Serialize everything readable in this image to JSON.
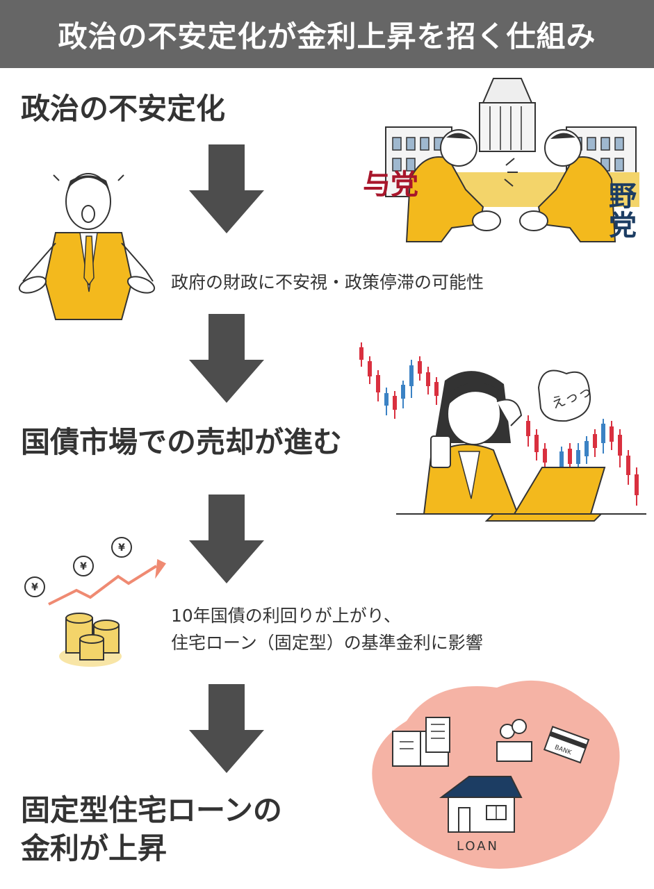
{
  "title": "政治の不安定化が金利上昇を招く仕組み",
  "steps": [
    {
      "text": "政治の不安定化"
    },
    {
      "text": "政府の財政に不安視・政策停滞の可能性"
    },
    {
      "text": "国債市場での売却が進む"
    },
    {
      "line1": "10年国債の利回りが上がり、",
      "line2": "住宅ローン（固定型）の基準金利に影響"
    },
    {
      "line1": "固定型住宅ローンの",
      "line2": "金利が上昇"
    }
  ],
  "illustrations": {
    "parties": {
      "ruling": "与党",
      "ruling_color": "#a8162b",
      "opposition": "野党",
      "opposition_color": "#1c3d63"
    },
    "thought_bubble": "えっっ",
    "coin_symbol": "¥",
    "bank_card": "BANK",
    "loan_label": "LOAN"
  },
  "colors": {
    "header": "#666666",
    "arrow": "#4d4d4d",
    "accent_yellow": "#f3b91d",
    "loan_blob": "#f5b3a5"
  }
}
